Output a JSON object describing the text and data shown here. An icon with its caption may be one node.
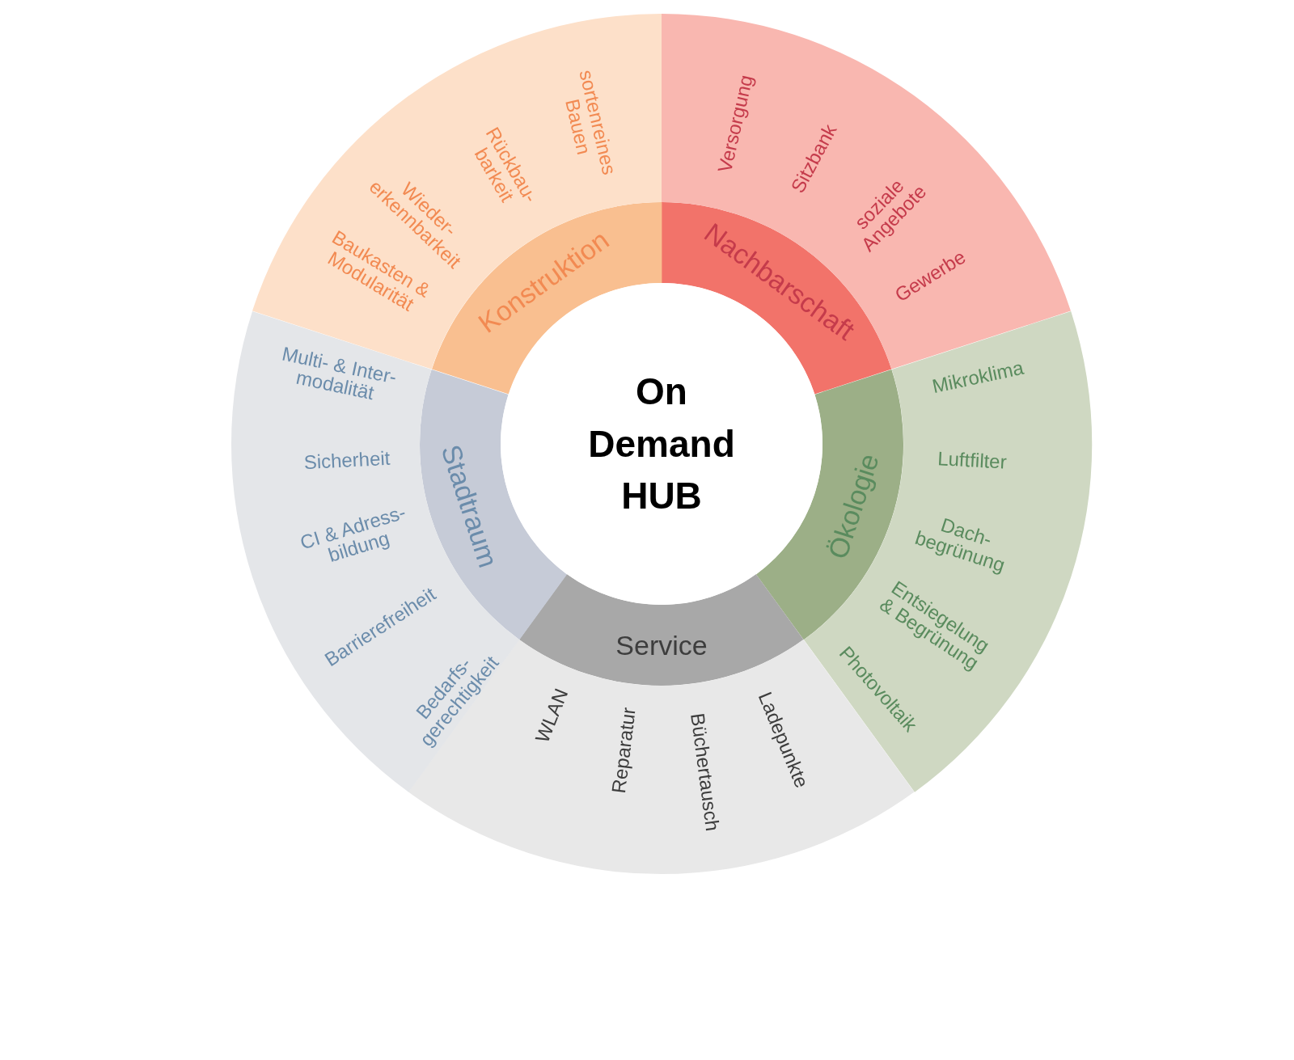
{
  "diagram": {
    "nodes": [
      {
        "text": [
          "On Demand HUB"
        ]
      },
      {
        "text": [
          "Nachbarschaft"
        ]
      },
      {
        "text": [
          "Versorgung",
          "Sitzbank",
          "soziale Angebote",
          "Gewerbe"
        ]
      },
      {
        "text": [
          "Ökologie"
        ]
      },
      {
        "text": [
          "Mikroklima",
          "Luftfilter",
          "Dach- begrünung",
          "Entsiegelung & Begrünung",
          "Photovoltaik"
        ]
      },
      {
        "text": [
          "Service"
        ]
      },
      {
        "text": [
          "WLAN",
          "Reparatur",
          "Büchertausch",
          "Ladepunkte"
        ]
      },
      {
        "text": [
          "Stadtraum"
        ]
      },
      {
        "text": [
          "Multi- & Inter- modalität",
          "Sicherheit",
          "CI & Adress- bildung",
          "Barrierefreiheit",
          "Bedarfs- gerechtigkeit"
        ]
      },
      {
        "text": [
          "Konstruktion"
        ]
      },
      {
        "text": [
          "Baukasten & Modularität",
          "Wieder- erkennbarkeit",
          "Rückbau- barkeit",
          "sortenreines Bauen"
        ]
      }
    ]
  }
}
